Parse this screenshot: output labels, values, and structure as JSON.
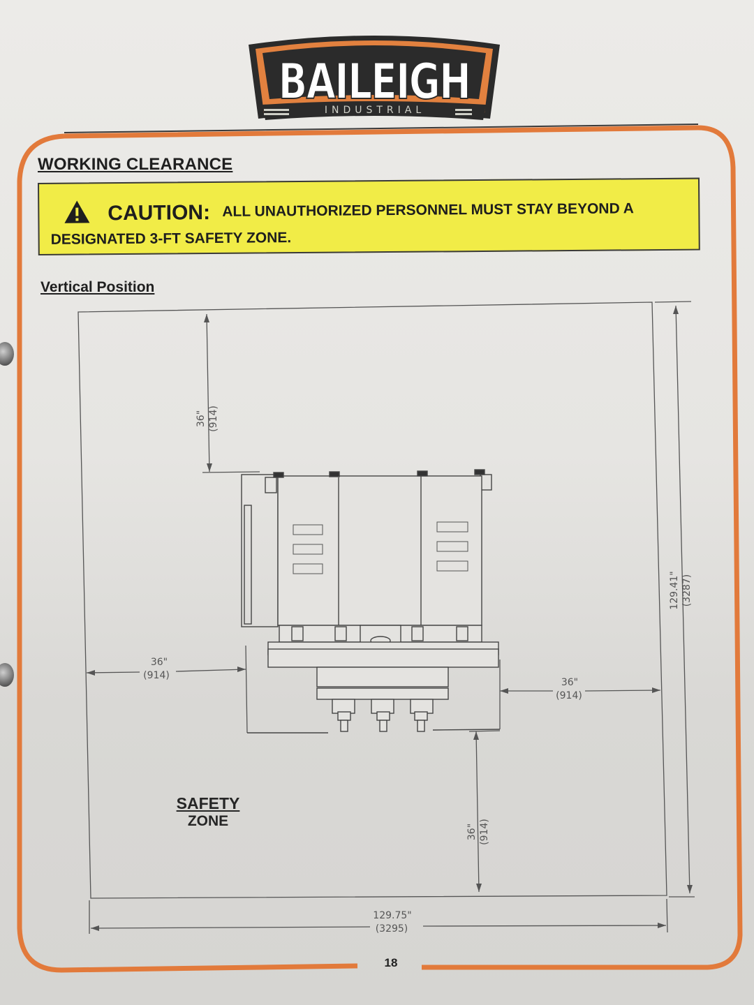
{
  "logo": {
    "brand": "BAILEIGH",
    "tagline": "INDUSTRIAL"
  },
  "section": {
    "title": "WORKING CLEARANCE"
  },
  "caution": {
    "word": "CAUTION:",
    "message_line1": "ALL UNAUTHORIZED PERSONNEL MUST STAY BEYOND A",
    "message_line2": "DESIGNATED 3-FT SAFETY ZONE."
  },
  "subsection": {
    "title": "Vertical Position"
  },
  "dimensions": {
    "top_in": "36\"",
    "top_mm": "(914)",
    "left_in": "36\"",
    "left_mm": "(914)",
    "right_in": "36\"",
    "right_mm": "(914)",
    "bottom_in": "36\"",
    "bottom_mm": "(914)",
    "height_in": "129.41\"",
    "height_mm": "(3287)",
    "width_in": "129.75\"",
    "width_mm": "(3295)"
  },
  "safety_zone": {
    "line1": "SAFETY",
    "line2": "ZONE"
  },
  "page": {
    "number": "18"
  },
  "colors": {
    "frame_orange": "#e27a3b",
    "caution_yellow": "#f1ec47",
    "logo_orange": "#e2813f",
    "logo_dark": "#2b2b2b"
  }
}
